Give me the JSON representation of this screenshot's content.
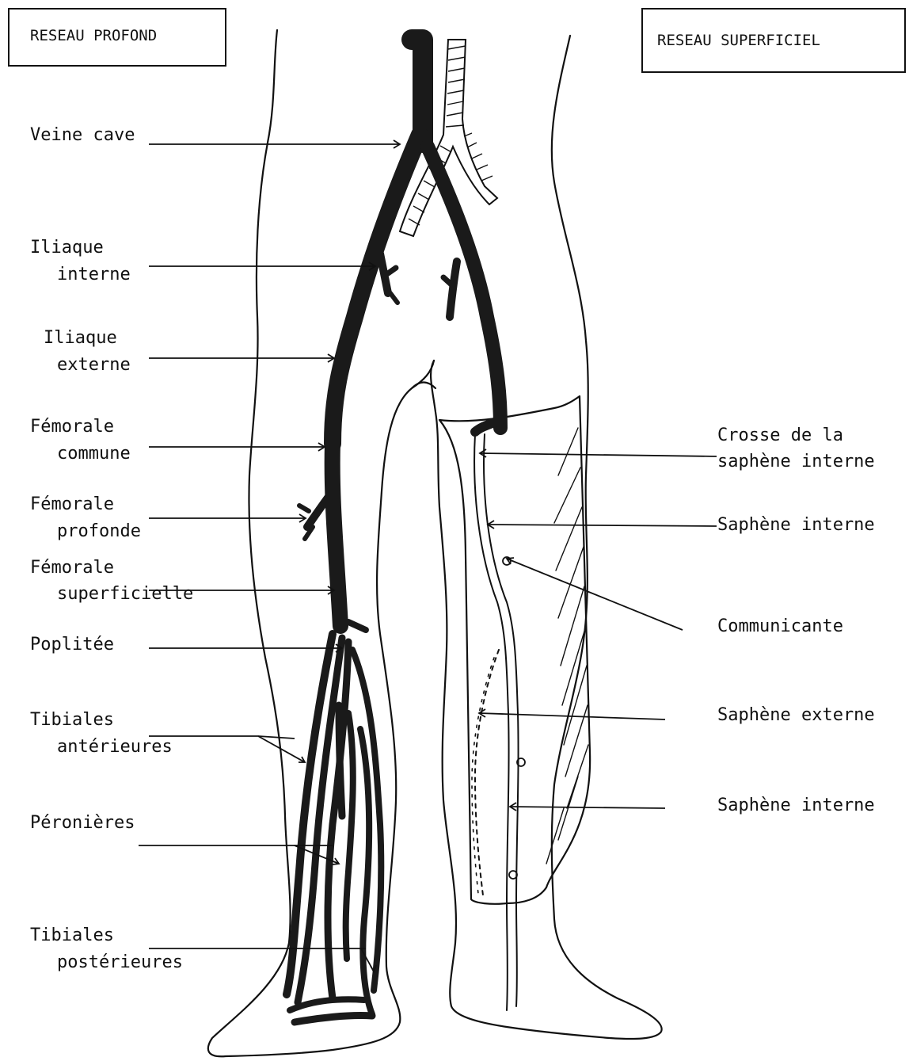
{
  "headings": {
    "left": "RESEAU PROFOND",
    "right": "RESEAU SUPERFICIEL"
  },
  "labels_left": {
    "veine_cave": "Veine cave",
    "iliaque_interne_1": "Iliaque",
    "iliaque_interne_2": "interne",
    "iliaque_externe_1": "Iliaque",
    "iliaque_externe_2": "externe",
    "femorale_commune_1": "Fémorale",
    "femorale_commune_2": "commune",
    "femorale_profonde_1": "Fémorale",
    "femorale_profonde_2": "profonde",
    "femorale_superficielle_1": "Fémorale",
    "femorale_superficielle_2": "superficielle",
    "poplitee": "Poplitée",
    "tibiales_anterieures_1": "Tibiales",
    "tibiales_anterieures_2": "antérieures",
    "peronieres": "Péronières",
    "tibiales_posterieures_1": "Tibiales",
    "tibiales_posterieures_2": "postérieures"
  },
  "labels_right": {
    "crosse_1": "Crosse de la",
    "crosse_2": "saphène interne",
    "saphene_interne_1": "Saphène interne",
    "communicante": "Communicante",
    "saphene_externe": "Saphène externe",
    "saphene_interne_2": "Saphène interne"
  },
  "colors": {
    "ink": "#111111",
    "deep_vein": "#1a1a1a",
    "background": "#ffffff"
  }
}
